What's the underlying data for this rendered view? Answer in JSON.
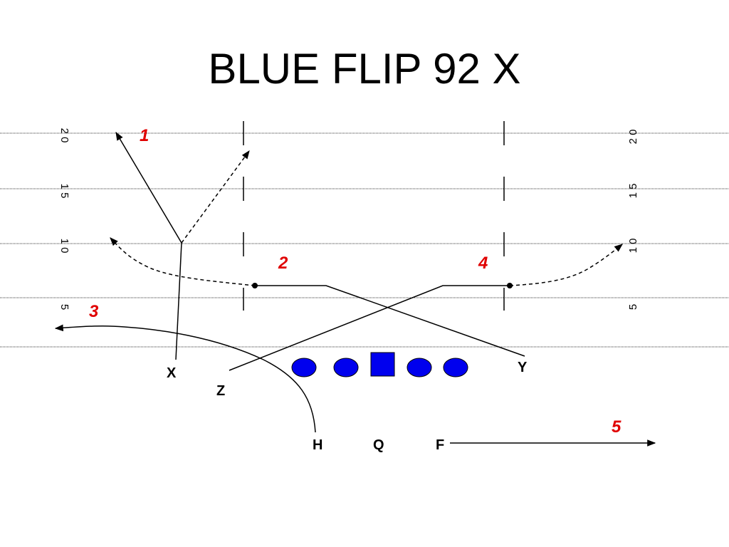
{
  "title": "BLUE FLIP 92 X",
  "colors": {
    "line_color": "#0000ee",
    "route_number_color": "#e00000",
    "route_color": "#000000"
  },
  "yard_numbers": {
    "left": [
      "2 0",
      "1 5",
      "1 0",
      "5"
    ],
    "right": [
      "2 0",
      "1 5",
      "1 0",
      "5"
    ]
  },
  "players": {
    "x": "X",
    "z": "Z",
    "y": "Y",
    "h": "H",
    "q": "Q",
    "f": "F"
  },
  "route_numbers": [
    "1",
    "2",
    "3",
    "4",
    "5"
  ],
  "offensive_line": [
    "tackle",
    "guard",
    "center",
    "guard",
    "tackle"
  ],
  "icons": {
    "center_marker": "square",
    "lineman_marker": "ellipse"
  }
}
